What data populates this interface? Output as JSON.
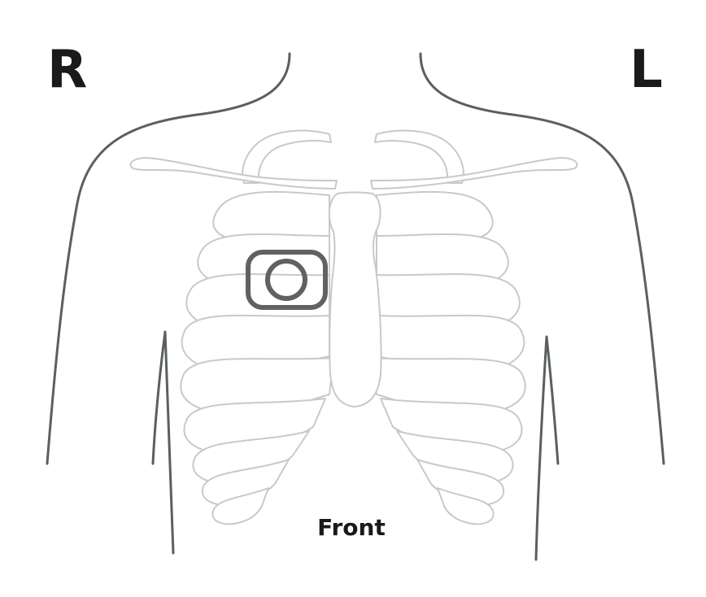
{
  "labels": {
    "right_side": "R",
    "left_side": "L",
    "view": "Front"
  },
  "colors": {
    "body_outline": "#5a5f60",
    "bone_outline": "#c9c9c9",
    "bone_fill": "#ffffff",
    "electrode": "#5f6263",
    "text": "#1a1a1a"
  },
  "icons": {
    "electrode": "electrode-pad-icon"
  }
}
